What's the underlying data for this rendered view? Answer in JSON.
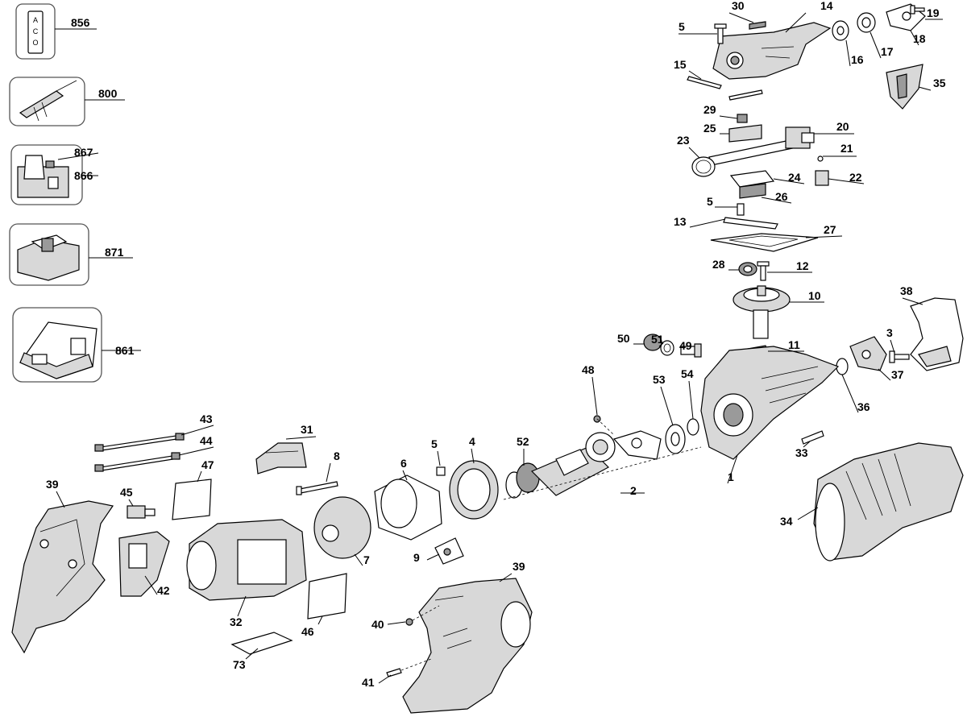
{
  "callouts": {
    "c856": "856",
    "c800": "800",
    "c867": "867",
    "c866": "866",
    "c871": "871",
    "c861": "861",
    "c5a": "5",
    "c30": "30",
    "c14": "14",
    "c19": "19",
    "c16": "16",
    "c17": "17",
    "c18": "18",
    "c15": "15",
    "c35": "35",
    "c29": "29",
    "c25": "25",
    "c20": "20",
    "c23": "23",
    "c21": "21",
    "c24": "24",
    "c22": "22",
    "c5b": "5",
    "c26": "26",
    "c13": "13",
    "c27": "27",
    "c28": "28",
    "c12": "12",
    "c10": "10",
    "c38": "38",
    "c3": "3",
    "c51": "51",
    "c49": "49",
    "c50": "50",
    "c11": "11",
    "c48": "48",
    "c54": "54",
    "c53": "53",
    "c36": "36",
    "c37": "37",
    "c52": "52",
    "c1": "1",
    "c33": "33",
    "c2": "2",
    "c6": "6",
    "c5c": "5",
    "c4": "4",
    "c31": "31",
    "c8": "8",
    "c43": "43",
    "c44": "44",
    "c47": "47",
    "c39a": "39",
    "c45": "45",
    "c42": "42",
    "c7": "7",
    "c9": "9",
    "c32": "32",
    "c46": "46",
    "c73": "73",
    "c39b": "39",
    "c40": "40",
    "c41": "41",
    "c34": "34"
  },
  "accessories": {
    "switch_legend": [
      "A",
      "C",
      "O"
    ]
  }
}
